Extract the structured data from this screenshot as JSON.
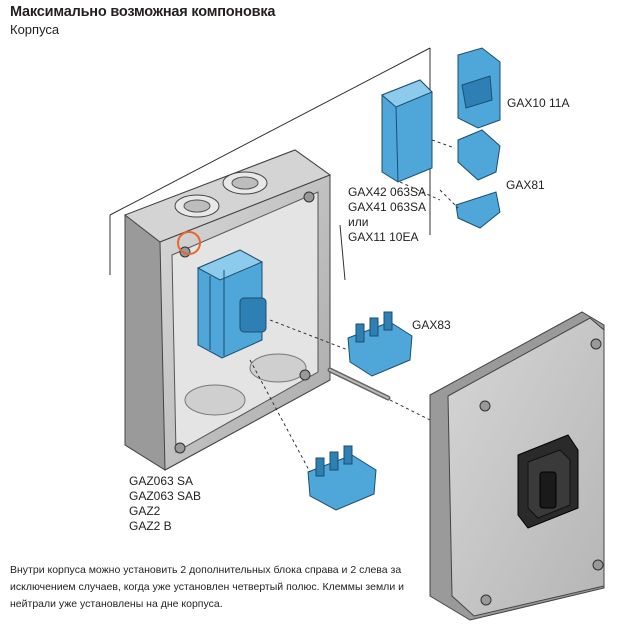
{
  "header": {
    "title": "Максимально возможная компоновка",
    "subtitle": "Корпуса"
  },
  "labels": {
    "gax10": "GAX10 11A",
    "gax81": "GAX81",
    "gax42": "GAX42 063SA",
    "gax41": "GAX41 063SA",
    "ili": "или",
    "gax11": "GAX11 10EA",
    "gax83": "GAX83",
    "gaz": [
      "GAZ063 SA",
      "GAZ063 SAB",
      "GAZ2",
      "GAZ2 B"
    ]
  },
  "note": "Внутри корпуса можно установить 2 дополнительных блока справа и 2 слева за исключением случаев, когда уже установлен четвертый полюс. Клеммы земли и нейтрали уже установлены на дне корпуса.",
  "colors": {
    "accent_blue": "#4fa6d8",
    "enclosure_grey": "#c8c8c8",
    "highlight_orange": "#e8662a"
  }
}
